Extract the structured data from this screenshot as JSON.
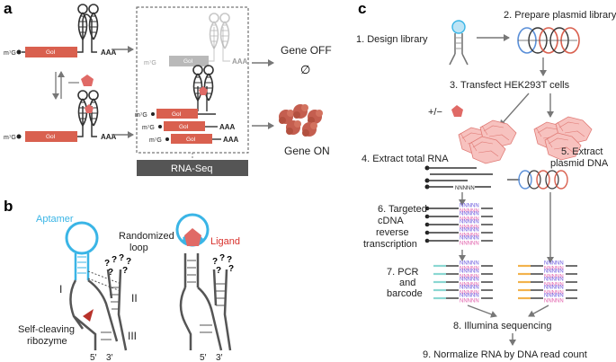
{
  "panel_a": {
    "letter": "a",
    "gene_label": "GoI",
    "cap_label": "m⁷G",
    "polya_label": "AAA",
    "gene_off": "Gene OFF",
    "null_symbol": "∅",
    "gene_on": "Gene ON",
    "rnaseq": "RNA-Seq",
    "colors": {
      "gene": "#d9604f",
      "ligand": "#e06a66",
      "protein": "#c45e4f",
      "faded": "#bbbbbb"
    }
  },
  "panel_b": {
    "letter": "b",
    "aptamer": "Aptamer",
    "randomized_line1": "Randomized",
    "randomized_line2": "loop",
    "ligand": "Ligand",
    "stem_1": "I",
    "stem_2": "II",
    "stem_3": "III",
    "ribozyme_line1": "Self-cleaving",
    "ribozyme_line2": "ribozyme",
    "five_prime": "5′",
    "three_prime": "3′",
    "question": "?",
    "colors": {
      "aptamer": "#3ab5e6",
      "ligand_text": "#d8302b",
      "cleavage": "#b8322a"
    }
  },
  "panel_c": {
    "letter": "c",
    "step1": "1. Design library",
    "step2": "2. Prepare plasmid library",
    "step3": "3. Transfect HEK293T cells",
    "plusminus": "+/−",
    "step4": "4. Extract total RNA",
    "step5_line1": "5. Extract",
    "step5_line2": "plasmid DNA",
    "nnnnn": "NNNNN",
    "step6_line1": "6. Targeted",
    "step6_line2": "cDNA",
    "step6_line3": "reverse",
    "step6_line4": "transcription",
    "step7_line1": "7. PCR",
    "step7_line2": "and",
    "step7_line3": "barcode",
    "step8": "8. Illumina sequencing",
    "step9": "9. Normalize RNA by DNA read count",
    "colors": {
      "cell": "#f0a7a3",
      "nnnnn_blue": "#6655dd",
      "nnnnn_pink": "#e05aa8",
      "barcode_teal": "#8ad7d2",
      "barcode_orange": "#f2b24c"
    }
  }
}
